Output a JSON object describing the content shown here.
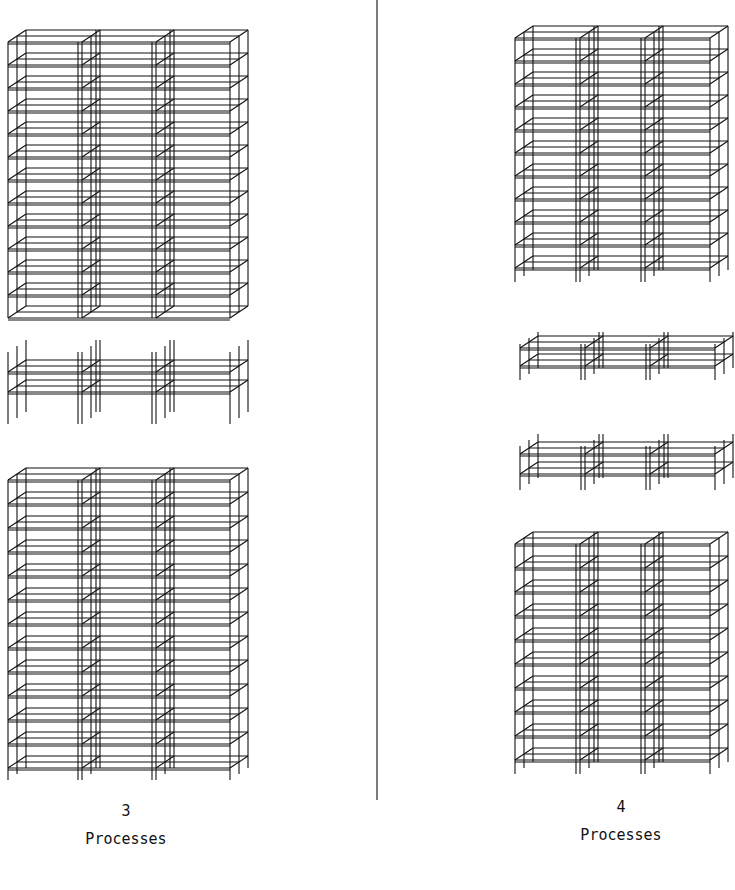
{
  "diagram": {
    "labels": [
      "3",
      "Processes",
      "4",
      "Processes"
    ]
  }
}
